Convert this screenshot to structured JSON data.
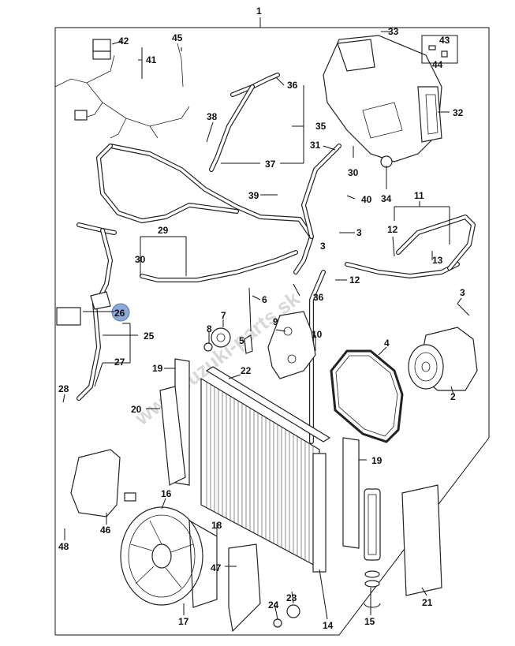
{
  "watermark": "www.suzuki-parts.sk",
  "highlight_color": "#8fa8d8",
  "callouts": {
    "n1": "1",
    "n2": "2",
    "n3a": "3",
    "n3b": "3",
    "n3c": "3",
    "n4": "4",
    "n5": "5",
    "n6": "6",
    "n7": "7",
    "n8": "8",
    "n9": "9",
    "n10": "10",
    "n11": "11",
    "n12a": "12",
    "n12b": "12",
    "n13": "13",
    "n14": "14",
    "n15": "15",
    "n16": "16",
    "n17": "17",
    "n18": "18",
    "n19a": "19",
    "n19b": "19",
    "n20": "20",
    "n21": "21",
    "n22": "22",
    "n23": "23",
    "n24": "24",
    "n25": "25",
    "n26": "26",
    "n27": "27",
    "n28": "28",
    "n29": "29",
    "n30a": "30",
    "n30b": "30",
    "n31": "31",
    "n32": "32",
    "n33": "33",
    "n34": "34",
    "n35": "35",
    "n36a": "36",
    "n36b": "36",
    "n37": "37",
    "n38": "38",
    "n39": "39",
    "n40": "40",
    "n41": "41",
    "n42": "42",
    "n43": "43",
    "n44": "44",
    "n45": "45",
    "n46": "46",
    "n47": "47",
    "n48": "48"
  }
}
